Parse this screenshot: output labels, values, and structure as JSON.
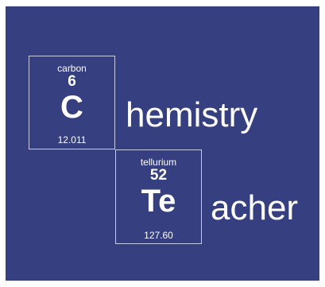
{
  "background_color": "#363f7f",
  "text_color": "#ffffff",
  "elements": [
    {
      "name": "carbon",
      "number": "6",
      "symbol": "C",
      "mass": "12.011",
      "word_rest": "hemistry"
    },
    {
      "name": "tellurium",
      "number": "52",
      "symbol": "Te",
      "mass": "127.60",
      "word_rest": "acher"
    }
  ]
}
